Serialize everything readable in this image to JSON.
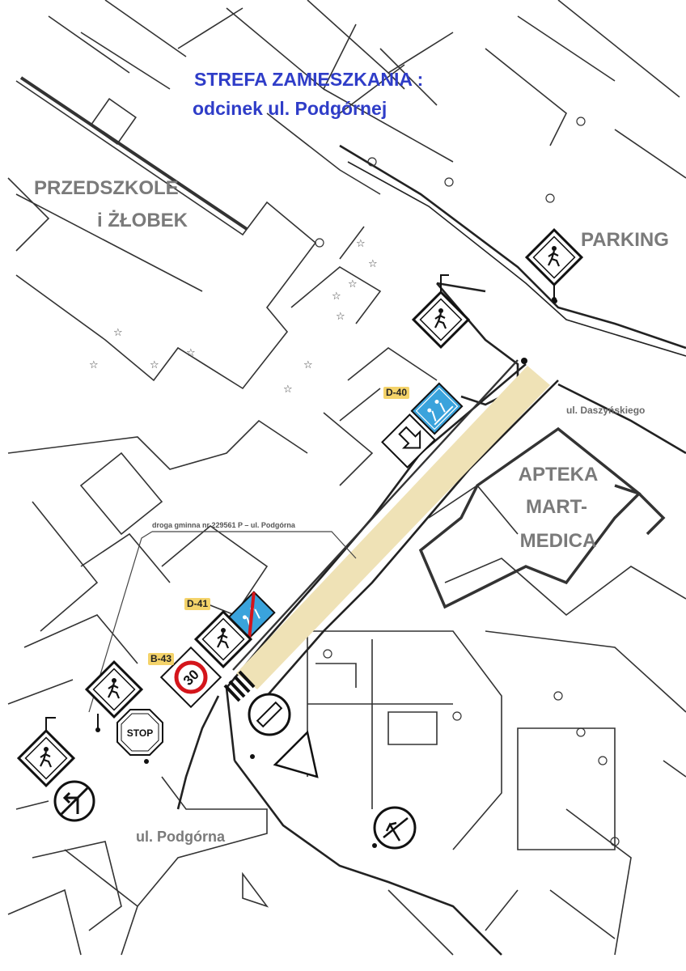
{
  "title": {
    "line1": "STREFA ZAMIESZKANIA :",
    "line2": "odcinek ul. Podgórnej"
  },
  "places": {
    "kindergarten_line1": "PRZEDSZKOLE",
    "kindergarten_line2": "i ŻŁOBEK",
    "parking": "PARKING",
    "pharmacy_line1": "APTEKA",
    "pharmacy_line2": "MART-",
    "pharmacy_line3": "MEDICA"
  },
  "streets": {
    "daszynskiego": "ul. Daszyńskiego",
    "podgorna": "ul. Podgórna",
    "road_note": "droga gminna nr 229561 P – ul. Podgórna"
  },
  "signs": {
    "d40_code": "D-40",
    "d41_code": "D-41",
    "b43_code": "B-43",
    "speed_limit": "30",
    "stop_text": "STOP"
  },
  "colors": {
    "title": "#2f3dc8",
    "zone_highlight": "#efe2b6",
    "zone_sign": "#3aa3dc",
    "prohibition_red": "#d4151b",
    "code_tag": "#f4d36a"
  }
}
